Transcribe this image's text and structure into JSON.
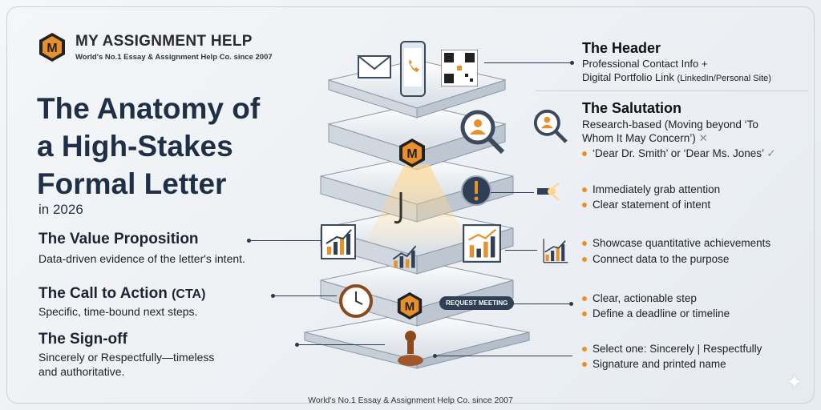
{
  "brand": {
    "name": "MY ASSIGNMENT HELP",
    "tagline": "World's No.1 Essay & Assignment Help Co. since 2007",
    "logo_letter": "M"
  },
  "title": {
    "line1": "The Anatomy of",
    "line2": "a High-Stakes",
    "line3": "Formal Letter",
    "year": "in 2026"
  },
  "left": [
    {
      "heading": "The Value Proposition",
      "desc": "Data-driven evidence of the letter's intent."
    },
    {
      "heading": "The Call to Action",
      "heading_suffix": "(CTA)",
      "desc": "Specific, time-bound next steps."
    },
    {
      "heading": "The Sign-off",
      "desc1": "Sincerely or Respectfully—timeless",
      "desc2": "and authoritative."
    }
  ],
  "right": {
    "header": {
      "heading": "The Header",
      "line1": "Professional Contact Info +",
      "line2": "Digital Portfolio Link",
      "line2_small": "(LinkedIn/Personal Site)"
    },
    "salutation": {
      "heading": "The Salutation",
      "line1": "Research-based (Moving beyond ‘To",
      "line2": "Whom It May Concern’)",
      "bullet": "‘Dear Dr. Smith’ or ‘Dear Ms. Jones’"
    },
    "hook": [
      "Immediately grab attention",
      "Clear statement of intent"
    ],
    "value": [
      "Showcase quantitative achievements",
      "Connect data to the purpose"
    ],
    "cta": [
      "Clear, actionable step",
      "Define a deadline or timeline"
    ],
    "signoff": [
      "Select one: Sincerely | Respectfully",
      "Signature and printed name"
    ]
  },
  "center": {
    "button": "REQUEST MEETING"
  },
  "footer": "World's No.1 Essay & Assignment Help Co. since 2007",
  "colors": {
    "accent": "#e8902a",
    "navy": "#1f2f45"
  }
}
